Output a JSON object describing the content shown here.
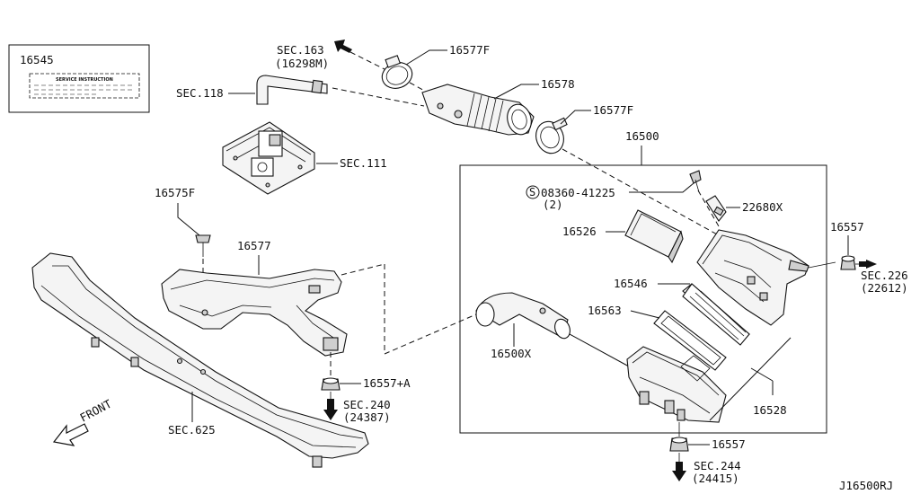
{
  "diagram_id": "J16500RJ",
  "label_sheet": {
    "part_no": "16545",
    "caption": "SERVICE INSTRUCTION"
  },
  "labels": {
    "p16577F_top": "16577F",
    "p16578": "16578",
    "p16577F_right": "16577F",
    "p16500": "16500",
    "bolt": "08360-41225",
    "bolt_qty": "(2)",
    "bolt_symbol": "S",
    "p22680X": "22680X",
    "p16557_right": "16557",
    "p16526": "16526",
    "p16546": "16546",
    "p16563": "16563",
    "p16500X": "16500X",
    "p16528": "16528",
    "p16557_bottom": "16557",
    "p16575F": "16575F",
    "p16577": "16577",
    "p16557A": "16557+A"
  },
  "sections": {
    "sec163": "SEC.163",
    "sec163_sub": "(16298M)",
    "sec118": "SEC.118",
    "sec111": "SEC.111",
    "sec226": "SEC.226",
    "sec226_sub": "(22612)",
    "sec240": "SEC.240",
    "sec240_sub": "(24387)",
    "sec244": "SEC.244",
    "sec244_sub": "(24415)",
    "sec625": "SEC.625"
  },
  "front_label": "FRONT"
}
